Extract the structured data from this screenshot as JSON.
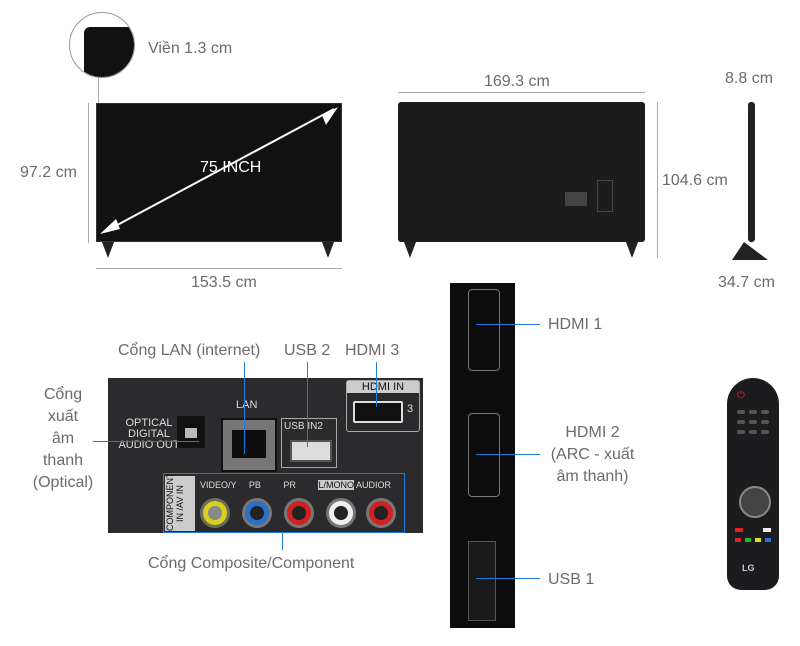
{
  "bezel": {
    "label": "Viền 1.3 cm"
  },
  "front": {
    "diagonal": "75 INCH",
    "height": "97.2 cm",
    "width": "153.5 cm"
  },
  "back": {
    "width": "169.3 cm",
    "height": "104.6 cm"
  },
  "side": {
    "depth_top": "8.8 cm",
    "depth_stand": "34.7 cm"
  },
  "rear_panel": {
    "callouts": {
      "lan": "Cổng LAN (internet)",
      "usb2": "USB 2",
      "hdmi3": "HDMI 3",
      "optical": [
        "Cổng",
        "xuất",
        "âm",
        "thanh",
        "(Optical)"
      ],
      "composite": "Cổng Composite/Component"
    },
    "printed": {
      "optical": [
        "OPTICAL",
        "DIGITAL",
        "AUDIO OUT"
      ],
      "lan": "LAN",
      "usb": "USB IN2",
      "hdmi": "HDMI IN",
      "hdmi_num": "3",
      "component": [
        "COMPONENT IN",
        "/AV IN"
      ],
      "video": "VIDEO/",
      "y": "Y",
      "pb": "PB",
      "pr": "PR",
      "lmono": "L/MONO",
      "audio": "AUDIO",
      "r": "R"
    }
  },
  "side_panel": {
    "hdmi1": "HDMI 1",
    "hdmi2": [
      "HDMI 2",
      "(ARC - xuất",
      "âm thanh)"
    ],
    "usb1": "USB 1"
  },
  "remote": {
    "brand": "LG"
  },
  "colors": {
    "accent": "#1f7ae0",
    "panel": "#2b2b2d"
  }
}
